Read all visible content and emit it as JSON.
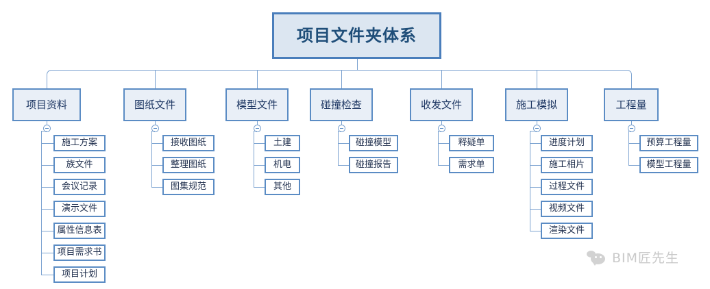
{
  "diagram": {
    "type": "tree",
    "root": {
      "label": "项目文件夹体系"
    },
    "branches": [
      {
        "label": "项目资料",
        "children": [
          {
            "label": "施工方案"
          },
          {
            "label": "族文件"
          },
          {
            "label": "会议记录"
          },
          {
            "label": "演示文件"
          },
          {
            "label": "属性信息表"
          },
          {
            "label": "项目需求书"
          },
          {
            "label": "项目计划"
          }
        ]
      },
      {
        "label": "图纸文件",
        "children": [
          {
            "label": "接收图纸"
          },
          {
            "label": "整理图纸"
          },
          {
            "label": "图集规范"
          }
        ]
      },
      {
        "label": "模型文件",
        "children": [
          {
            "label": "土建"
          },
          {
            "label": "机电"
          },
          {
            "label": "其他"
          }
        ]
      },
      {
        "label": "碰撞检查",
        "children": [
          {
            "label": "碰撞模型"
          },
          {
            "label": "碰撞报告"
          }
        ]
      },
      {
        "label": "收发文件",
        "children": [
          {
            "label": "释疑单"
          },
          {
            "label": "需求单"
          }
        ]
      },
      {
        "label": "施工模拟",
        "children": [
          {
            "label": "进度计划"
          },
          {
            "label": "施工相片"
          },
          {
            "label": "过程文件"
          },
          {
            "label": "视频文件"
          },
          {
            "label": "渲染文件"
          }
        ]
      },
      {
        "label": "工程量",
        "children": [
          {
            "label": "预算工程量"
          },
          {
            "label": "模型工程量"
          }
        ]
      }
    ]
  },
  "watermark": {
    "text": "BIM匠先生",
    "icon": "wechat-bubble-icon"
  },
  "colors": {
    "root_fill": "#dce6f1",
    "root_border": "#4a7ebb",
    "root_text": "#1f4e79",
    "branch_fill": "#e9eff7",
    "branch_border": "#5b8cc4",
    "leaf_fill": "#ffffff",
    "leaf_border": "#5b8cc4",
    "connector": "#7ba2d0",
    "watermark_text": "#c9c9c9",
    "background": "#ffffff"
  }
}
